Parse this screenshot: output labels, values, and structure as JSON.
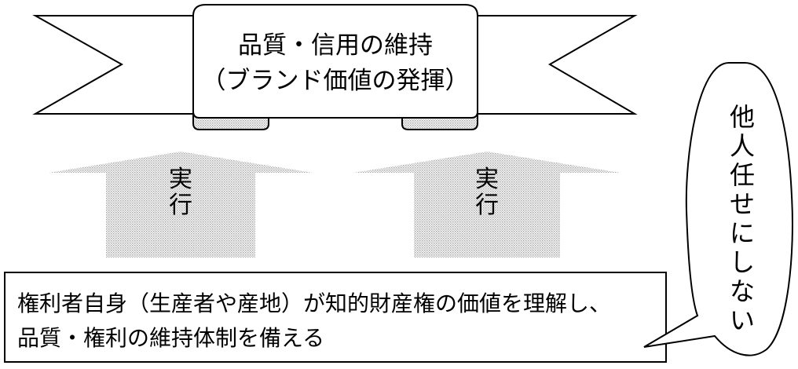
{
  "banner": {
    "line1": "品質・信用の維持",
    "line2": "（ブランド価値の発揮）"
  },
  "arrows": [
    {
      "label_line1": "実",
      "label_line2": "行"
    },
    {
      "label_line1": "実",
      "label_line2": "行"
    }
  ],
  "bottom_box": {
    "line1": "権利者自身（生産者や産地）が知的財産権の価値を理解し、",
    "line2": "品質・権利の維持体制を備える"
  },
  "callout": {
    "chars": [
      "他",
      "人",
      "任",
      "せ",
      "に",
      "し",
      "な",
      "い"
    ]
  }
}
